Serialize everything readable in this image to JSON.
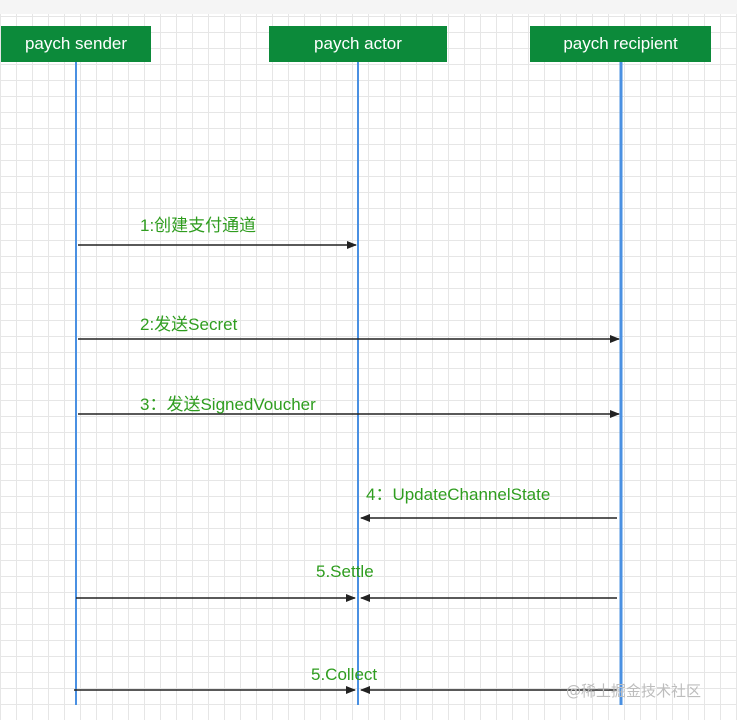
{
  "actors": [
    {
      "id": "sender",
      "label": "paych sender"
    },
    {
      "id": "actor",
      "label": "paych actor"
    },
    {
      "id": "recipient",
      "label": "paych recipient"
    }
  ],
  "messages": [
    {
      "label": "1:创建支付通道",
      "arrows": [
        {
          "from": "sender",
          "to": "actor"
        }
      ]
    },
    {
      "label": "2:发送Secret",
      "arrows": [
        {
          "from": "sender",
          "to": "recipient"
        }
      ]
    },
    {
      "label": "3：发送SignedVoucher",
      "arrows": [
        {
          "from": "sender",
          "to": "recipient"
        }
      ]
    },
    {
      "label": "4：UpdateChannelState",
      "arrows": [
        {
          "from": "recipient",
          "to": "actor"
        }
      ]
    },
    {
      "label": "5.Settle",
      "arrows": [
        {
          "from": "sender",
          "to": "actor"
        },
        {
          "from": "recipient",
          "to": "actor"
        }
      ]
    },
    {
      "label": "5.Collect",
      "arrows": [
        {
          "from": "sender",
          "to": "actor"
        },
        {
          "from": "recipient",
          "to": "actor"
        }
      ]
    }
  ],
  "watermark": "@稀土掘金技术社区",
  "colors": {
    "actor_box": "#0c8a3a",
    "lifeline": "#4a90e2",
    "label": "#2f9d1f",
    "arrow": "#222222"
  }
}
